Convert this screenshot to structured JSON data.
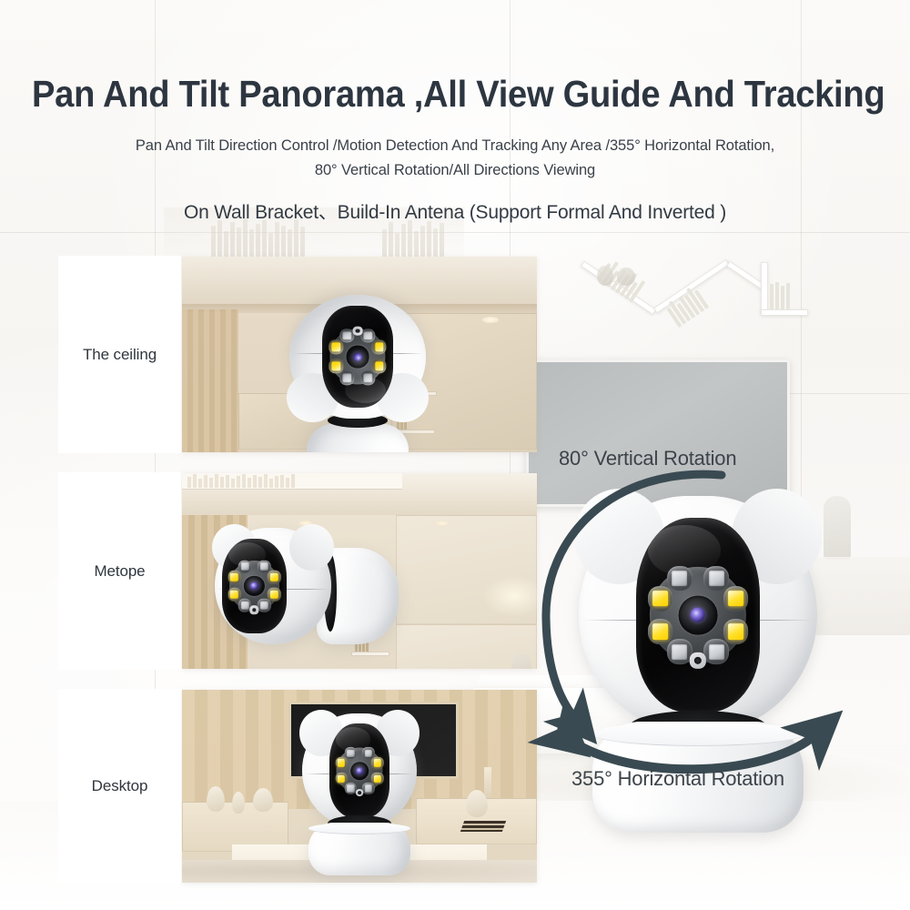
{
  "header": {
    "title": "Pan And Tilt Panorama ,All View Guide And Tracking",
    "subtitle_line1": "Pan And Tilt Direction Control /Motion Detection And Tracking Any Area /355° Horizontal Rotation,",
    "subtitle_line2": "80° Vertical Rotation/All Directions Viewing",
    "third_line": "On Wall Bracket、Build-In Antena (Support Formal And Inverted )"
  },
  "mount_options": [
    {
      "label": "The ceiling",
      "scene": "camera mounted inverted on ceiling in beige interior"
    },
    {
      "label": "Metope",
      "scene": "camera mounted on wall bracket facing left"
    },
    {
      "label": "Desktop",
      "scene": "camera standing upright on white table in front of TV"
    }
  ],
  "annotations": {
    "vertical_rotation": "80° Vertical Rotation",
    "horizontal_rotation": "355° Horizontal Rotation"
  },
  "product": {
    "name": "pan-tilt-wifi-camera",
    "led_count": 8,
    "warm_led_count": 4,
    "ir_led_count": 4,
    "sensor": "light-sensor"
  },
  "colors": {
    "title": "#2d3640",
    "body_text": "#3a4149",
    "annotation": "#3c434a",
    "arrow": "#3a4a52",
    "warm_led": "#ffe02a",
    "card_background": "#ffffff",
    "page_background": "#fbfaf8",
    "tv_screen": "#bcbfc0"
  }
}
